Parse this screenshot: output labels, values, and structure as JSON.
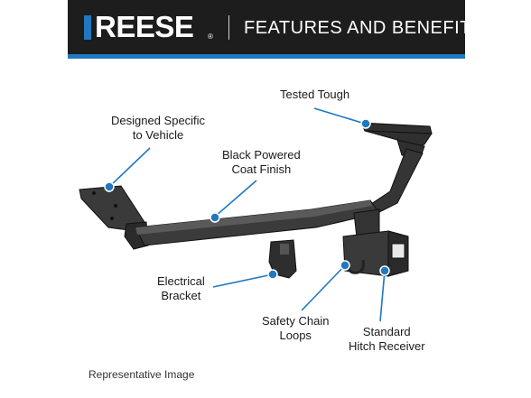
{
  "header": {
    "brand": "REESE",
    "brand_mark": "®",
    "title": "FEATURES AND BENEFITS"
  },
  "callouts": {
    "tested_tough": "Tested Tough",
    "designed_specific_line1": "Designed Specific",
    "designed_specific_line2": "to Vehicle",
    "black_powered_line1": "Black Powered",
    "black_powered_line2": "Coat Finish",
    "electrical_line1": "Electrical",
    "electrical_line2": "Bracket",
    "safety_chain_line1": "Safety Chain",
    "safety_chain_line2": "Loops",
    "standard_hitch_line1": "Standard",
    "standard_hitch_line2": "Hitch Receiver"
  },
  "caption": "Representative Image",
  "colors": {
    "header_bg": "#1d1d1d",
    "accent": "#1f78c1",
    "hitch": "#2b2b2b"
  },
  "icons": [
    "callout-dot-icon",
    "trailer-hitch-illustration"
  ]
}
